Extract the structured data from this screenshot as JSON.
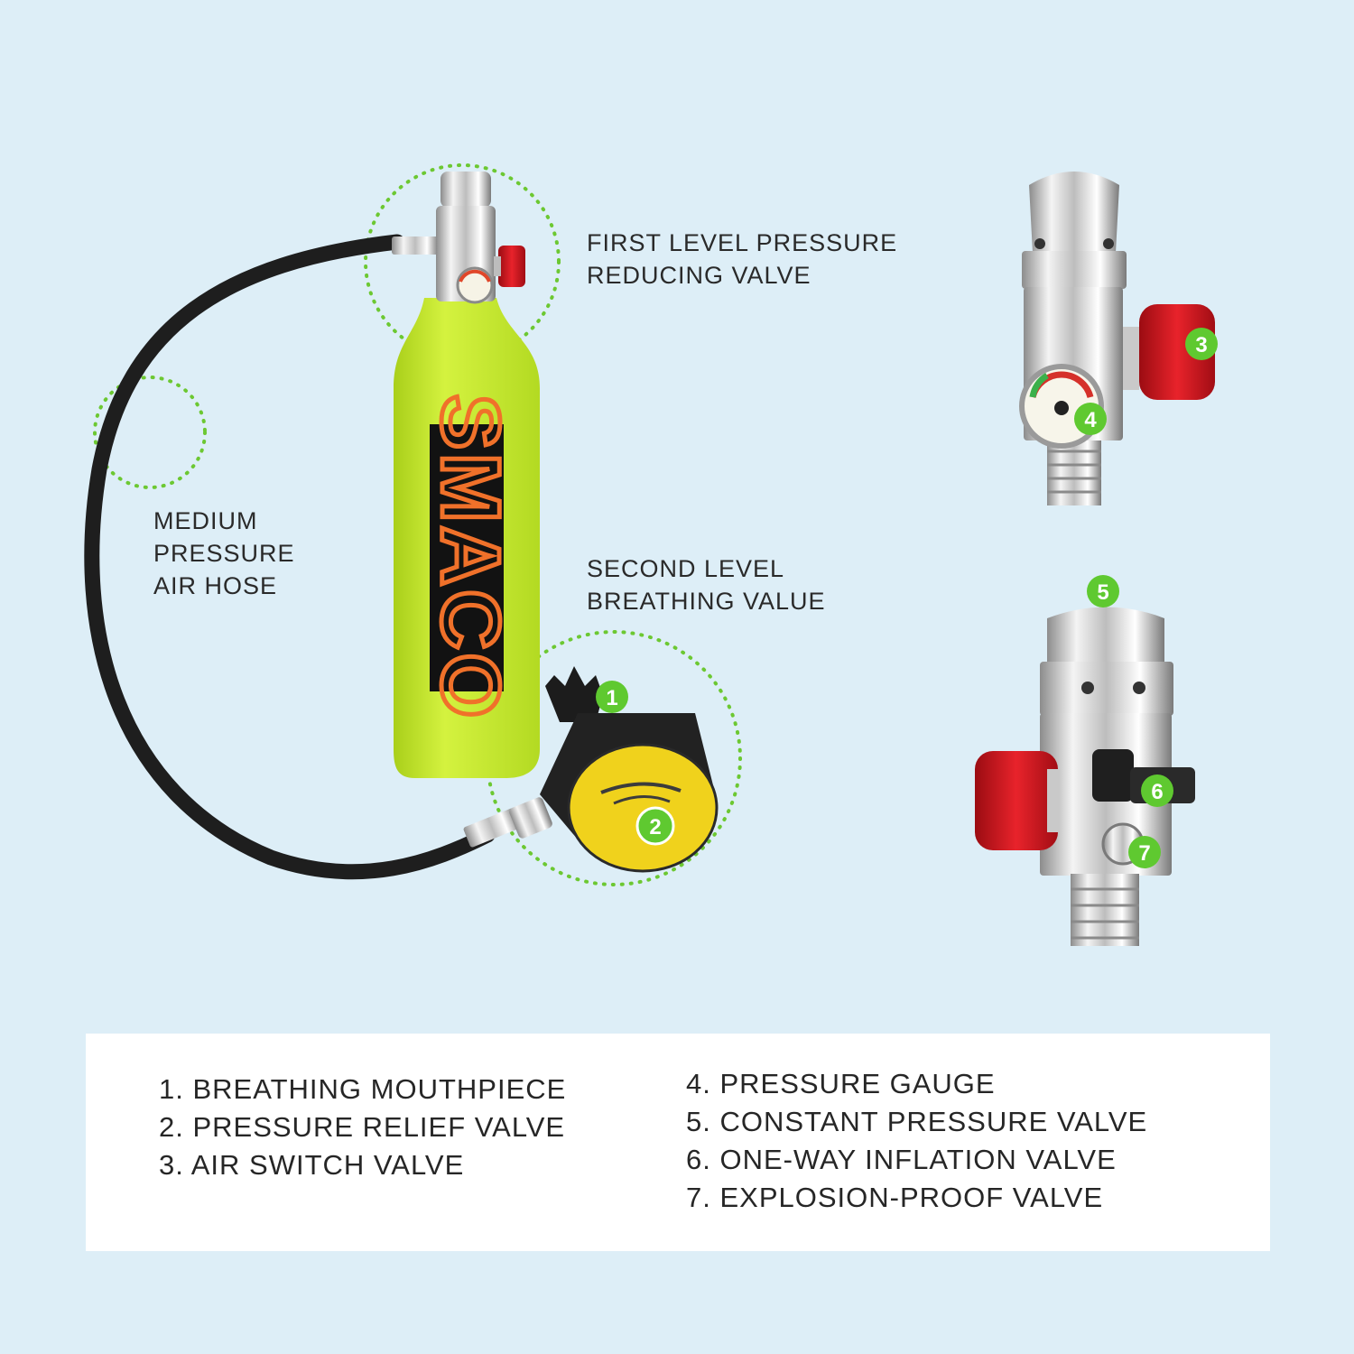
{
  "callouts": {
    "first_stage": {
      "line1": "FIRST LEVEL PRESSURE",
      "line2": "REDUCING VALVE"
    },
    "hose": {
      "line1": "MEDIUM",
      "line2": "PRESSURE",
      "line3": "AIR HOSE"
    },
    "second_stage": {
      "line1": "SECOND LEVEL",
      "line2": "BREATHING VALUE"
    }
  },
  "badges": {
    "b1": "1",
    "b2": "2",
    "b3": "3",
    "b4": "4",
    "b5": "5",
    "b6": "6",
    "b7": "7"
  },
  "cylinder_brand": "SMACO",
  "legend": {
    "left": [
      "1. BREATHING MOUTHPIECE",
      "2. PRESSURE RELIEF VALVE",
      "3. AIR SWITCH VALVE"
    ],
    "right": [
      "4. PRESSURE GAUGE",
      "5. CONSTANT PRESSURE VALVE",
      "6. ONE-WAY INFLATION VALVE",
      "7. EXPLOSION-PROOF VALVE"
    ]
  },
  "colors": {
    "background": "#ddeef7",
    "cylinder": "#c4ea2c",
    "brand_orange": "#f0712a",
    "badge_green": "#5fc930",
    "knob_red": "#d5121b",
    "regulator_yellow": "#f0d21c"
  }
}
